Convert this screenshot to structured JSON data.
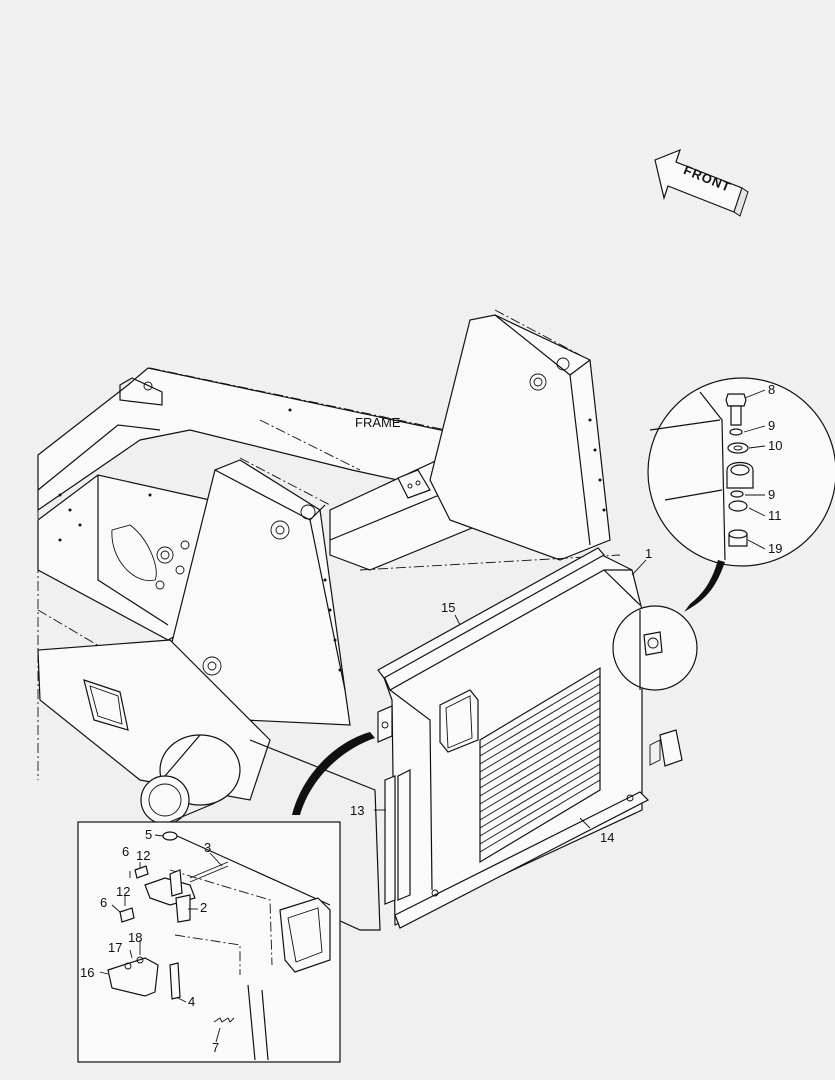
{
  "labels": {
    "frame": "FRAME",
    "front": "FRONT"
  },
  "callouts": {
    "c1": "1",
    "c2": "2",
    "c3": "3",
    "c4": "4",
    "c5": "5",
    "c6a": "6",
    "c6b": "6",
    "c7": "7",
    "c8": "8",
    "c9a": "9",
    "c9b": "9",
    "c10": "10",
    "c11": "11",
    "c12a": "12",
    "c12b": "12",
    "c13": "13",
    "c14": "14",
    "c15": "15",
    "c16": "16",
    "c17": "17",
    "c18": "18",
    "c19": "19"
  },
  "colors": {
    "background": "#f0f0f0",
    "line": "#111111",
    "part_fill": "#fafafa"
  }
}
